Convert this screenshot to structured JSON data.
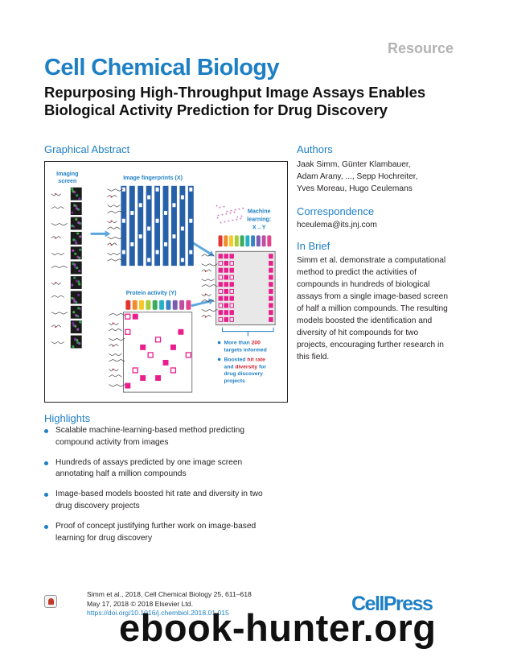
{
  "header": {
    "category": "Resource",
    "journal": "Cell Chemical Biology",
    "title": "Repurposing High-Throughput Image Assays Enables Biological Activity Prediction for Drug Discovery"
  },
  "graphical_abstract": {
    "heading": "Graphical Abstract",
    "imaging_screen_label": [
      "Imaging",
      "screen"
    ],
    "fingerprints_label": "Image fingerprints (X)",
    "protein_activity_label": "Protein activity (Y)",
    "ml_label": [
      "Machine",
      "learning:",
      "X→Y"
    ],
    "bullets": [
      {
        "parts": [
          "More than ",
          "200",
          ""
        ],
        "line2": "targets informed"
      },
      {
        "parts": [
          "Boosted ",
          "hit rate",
          ""
        ],
        "line2_parts": [
          "and ",
          "diversity",
          " for"
        ],
        "line3": "drug discovery",
        "line4": "projects"
      }
    ]
  },
  "authors": {
    "heading": "Authors",
    "lines": [
      "Jaak Simm, Günter Klambauer,",
      "Adam Arany, ..., Sepp Hochreiter,",
      "Yves Moreau, Hugo Ceulemans"
    ]
  },
  "correspondence": {
    "heading": "Correspondence",
    "email": "hceulema@its.jnj.com"
  },
  "in_brief": {
    "heading": "In Brief",
    "lines": [
      "Simm et al. demonstrate a computational",
      "method to predict the activities of",
      "compounds in hundreds of biological",
      "assays from a single image-based screen",
      "of half a million compounds. The resulting",
      "models boosted the identification and",
      "diversity of hit compounds for two",
      "projects, encouraging further research in",
      "this field."
    ]
  },
  "highlights": {
    "heading": "Highlights",
    "items": [
      [
        "Scalable machine-learning-based method predicting",
        "compound activity from images"
      ],
      [
        "Hundreds of assays predicted by one image screen",
        "annotating half a million compounds"
      ],
      [
        "Image-based models boosted hit rate and diversity in two",
        "drug discovery projects"
      ],
      [
        "Proof of concept justifying further work on image-based",
        "learning for drug discovery"
      ]
    ]
  },
  "footer": {
    "citation": "Simm et al., 2018, Cell Chemical Biology 25, 611–618",
    "date": "May 17, 2018 © 2018 Elsevier Ltd.",
    "doi": "https://doi.org/10.1016/j.chembiol.2018.01.015",
    "publisher": "CellPress",
    "watermark": "ebook-hunter.org"
  },
  "colors": {
    "accent": "#1d7fc4",
    "matrix_blue": "#2660a8",
    "magenta": "#e91e8c",
    "arrow": "#5ba7dd",
    "bar_colors": [
      "#e3342f",
      "#f18c2b",
      "#f6c928",
      "#a6ce39",
      "#3aaa5c",
      "#27b1c6",
      "#3b82c4",
      "#7c5cb1",
      "#c04fa0",
      "#e2458b"
    ]
  }
}
